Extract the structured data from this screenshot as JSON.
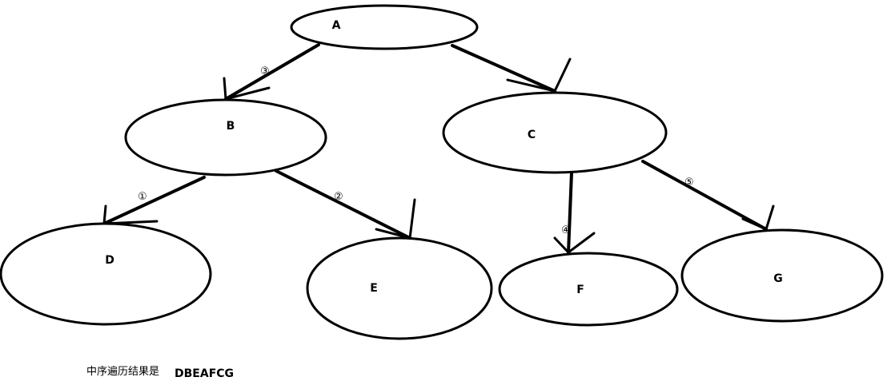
{
  "nodes": {
    "A": "A",
    "B": "B",
    "C": "C",
    "D": "D",
    "E": "E",
    "F": "F",
    "G": "G"
  },
  "edge_orders": {
    "B_D": "①",
    "B_E": "②",
    "A_B": "③",
    "C_F": "④",
    "C_G": "⑤"
  },
  "caption": {
    "label": "中序遍历结果是",
    "value": "DBEAFCG"
  },
  "colors": {
    "stroke": "#000000",
    "background": "#ffffff"
  }
}
